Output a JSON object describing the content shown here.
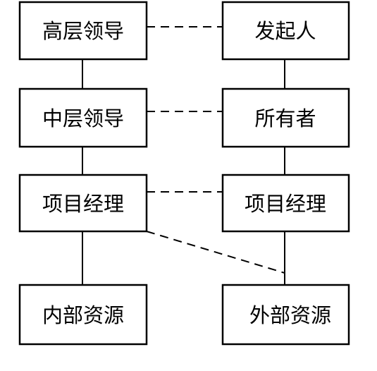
{
  "left_column": {
    "top_leadership": "高层领导",
    "middle_leadership": "中层领导",
    "project_manager": "项目经理",
    "internal_resources": "内部资源"
  },
  "right_column": {
    "sponsor": "发起人",
    "owner": "所有者",
    "project_manager": "项目经理",
    "external_resources": "外部资源"
  },
  "colors": {
    "line": "#000000",
    "box_fill": "#ffffff"
  }
}
